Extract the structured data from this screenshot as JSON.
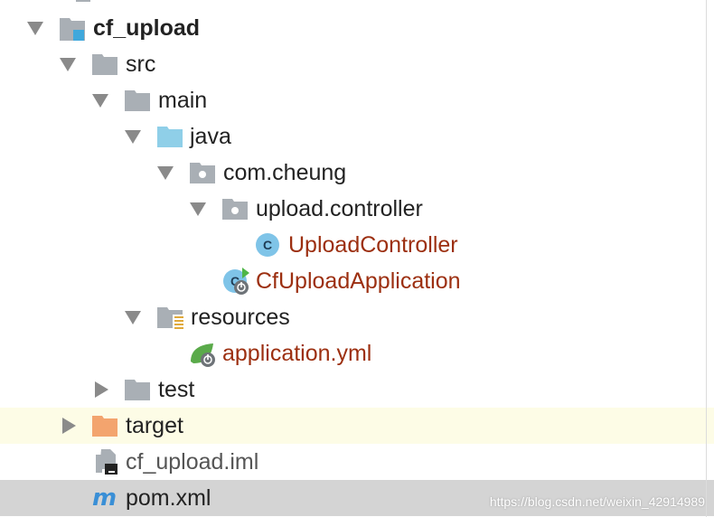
{
  "tree": {
    "project": "cf_upload",
    "src": "src",
    "main": "main",
    "java": "java",
    "package": "com.cheung",
    "subpackage": "upload.controller",
    "controller_class": "UploadController",
    "app_class": "CfUploadApplication",
    "resources": "resources",
    "config_file": "application.yml",
    "test": "test",
    "target": "target",
    "iml_file": "cf_upload.iml",
    "pom_file": "pom.xml"
  },
  "colors": {
    "folder_gray": "#a9afb5",
    "folder_blue": "#8fcfe8",
    "folder_orange": "#f3a46e",
    "class_circle": "#7fc4e8",
    "file_red": "#9c2f10",
    "highlight_target": "#fdfce6",
    "highlight_selected": "#d4d4d4"
  },
  "watermark": "https://blog.csdn.net/weixin_42914989"
}
